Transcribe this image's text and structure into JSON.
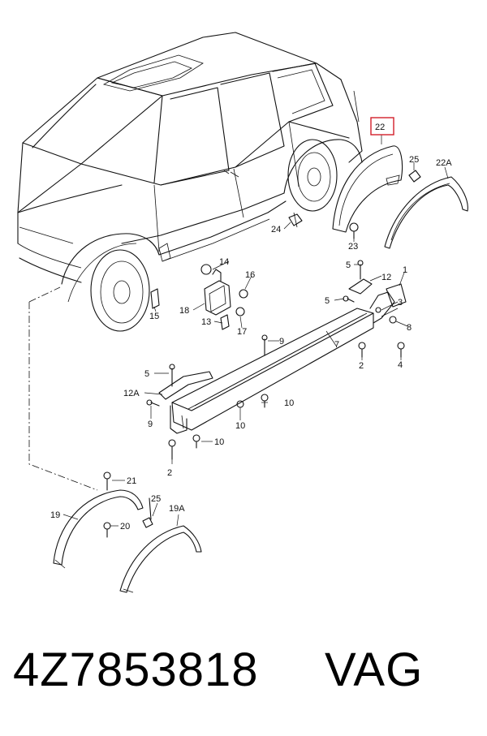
{
  "callouts": {
    "c22": "22",
    "c25a": "25",
    "c22a": "22A",
    "c24": "24",
    "c23": "23",
    "c14": "14",
    "c16": "16",
    "c18": "18",
    "c13": "13",
    "c17": "17",
    "c15": "15",
    "c5a": "5",
    "c12": "12",
    "c1": "1",
    "c5b": "5",
    "c3": "3",
    "c8": "8",
    "c4": "4",
    "c2a": "2",
    "c7": "7",
    "c9a": "9",
    "c5c": "5",
    "c12a": "12A",
    "c9b": "9",
    "c10a": "10",
    "c10b": "10",
    "c10c": "10",
    "c2b": "2",
    "c21": "21",
    "c19": "19",
    "c20": "20",
    "c25b": "25",
    "c19a": "19A"
  },
  "highlight_callout": "22",
  "colors": {
    "highlight": "#d21f2a",
    "line": "#111111"
  },
  "footer": {
    "part_number": "4Z7853818",
    "brand": "VAG"
  }
}
